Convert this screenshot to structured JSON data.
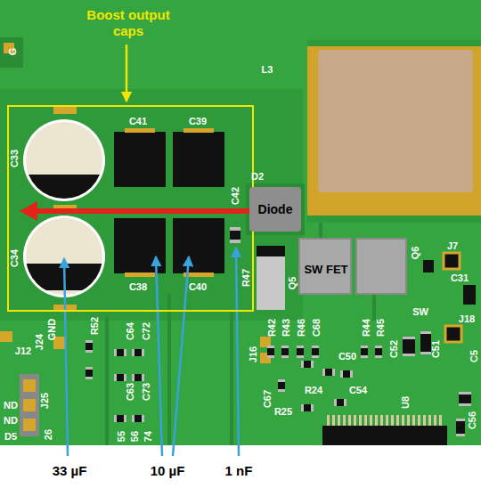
{
  "diagram": {
    "nodes": [
      {
        "text": [
          "Boost output caps"
        ]
      },
      {
        "text": [
          "Diode"
        ]
      }
    ],
    "labels": [
      "G",
      "L3",
      "C41",
      "C39",
      "C33",
      "C42",
      "D2",
      "C34",
      "R47",
      "Q5",
      "Q6",
      "J7",
      "C38",
      "C40",
      "C31",
      "SW",
      "J18",
      "R52",
      "GND",
      "J12",
      "J24",
      "C64",
      "C72",
      "R42",
      "R43",
      "R46",
      "C68",
      "R44",
      "R45",
      "C52",
      "C51",
      "C5",
      "J16",
      "C50",
      "C63",
      "C73",
      "J25",
      "ND",
      "C67",
      "R24",
      "C54",
      "ND",
      "R25",
      "U8",
      "C56",
      "D5",
      "26",
      "55",
      "56",
      "74",
      "SW FET",
      "33 µF",
      "10 µF",
      "1 nF"
    ]
  }
}
